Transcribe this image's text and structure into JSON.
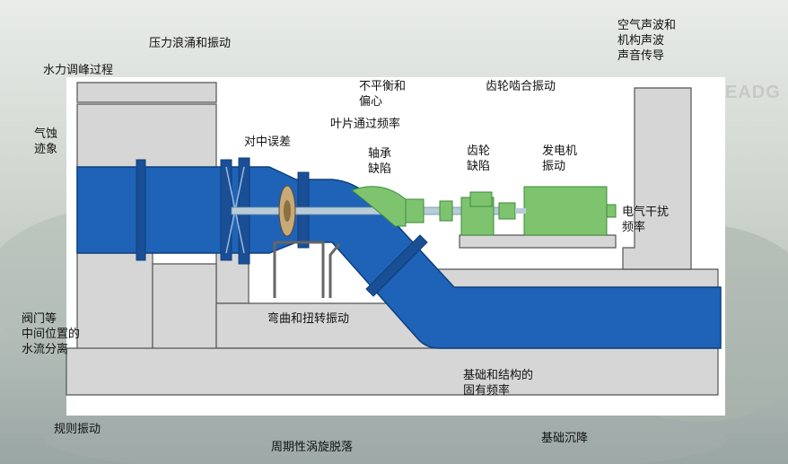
{
  "colors": {
    "water_blue": "#1f63b8",
    "pipe_outline": "#0d3f7a",
    "concrete": "#d6d6d6",
    "concrete_edge": "#555555",
    "machine_green": "#7ec46f",
    "machine_green_dark": "#3d8a3a",
    "shaft": "#b8ccd8"
  },
  "watermark": "EADG",
  "labels": {
    "pressure_surge": "压力浪涌和振动",
    "hydraulic_peak": "水力调峰过程",
    "cavitation": "气蚀\n迹象",
    "alignment_error": "对中误差",
    "unbalance": "不平衡和\n偏心",
    "blade_pass": "叶片通过频率",
    "bearing_defect": "轴承\n缺陷",
    "gear_defect": "齿轮\n缺陷",
    "generator_vib": "发电机\n振动",
    "gear_mesh": "齿轮啮合振动",
    "acoustic": "空气声波和\n机构声波\n声音传导",
    "electrical": "电气干扰\n频率",
    "bend_torsion": "弯曲和扭转振动",
    "valve_flow": "阀门等\n中间位置的\n水流分离",
    "foundation_freq": "基础和结构的\n固有频率",
    "regular_vib": "规则振动",
    "vortex": "周期性涡旋脱落",
    "settlement": "基础沉降"
  }
}
